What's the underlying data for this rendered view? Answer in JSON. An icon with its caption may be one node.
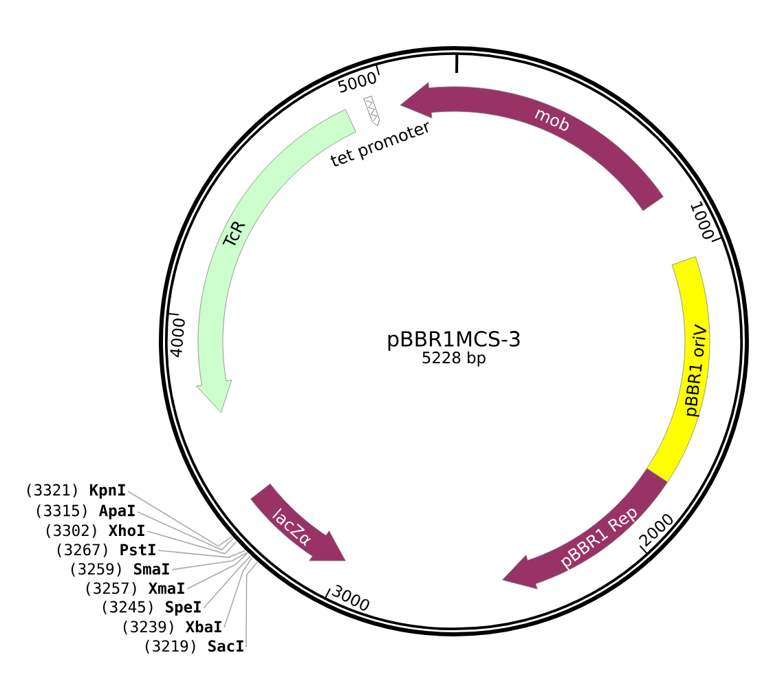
{
  "diagram": {
    "title": "pBBR1MCS-3",
    "nodes": [
      {
        "text": [
          "mob"
        ]
      },
      {
        "text": [
          "pBBR1 oriV"
        ]
      },
      {
        "text": [
          "pBBR1 Rep"
        ]
      },
      {
        "text": [
          "lacZα"
        ]
      },
      {
        "text": [
          "TcR"
        ]
      },
      {
        "text": [
          "tet promoter"
        ]
      },
      {
        "text": [
          "(3321) **KpnI**"
        ]
      },
      {
        "text": [
          "(3315) **ApaI**"
        ]
      },
      {
        "text": [
          "(3302) **XhoI**"
        ]
      },
      {
        "text": [
          "(3267) **PstI**"
        ]
      },
      {
        "text": [
          "(3259) **SmaI**"
        ]
      },
      {
        "text": [
          "(3257) **XmaI**"
        ]
      },
      {
        "text": [
          "(3245) **SpeI**"
        ]
      },
      {
        "text": [
          "(3239) **XbaI**"
        ]
      },
      {
        "text": [
          "(3219) **SacI**"
        ]
      }
    ],
    "edges": [
      {
        "from": 6,
        "to": null,
        "arrow": "none"
      },
      {
        "from": 7,
        "to": null,
        "arrow": "none"
      },
      {
        "from": 8,
        "to": null,
        "arrow": "none"
      },
      {
        "from": 9,
        "to": null,
        "arrow": "none"
      },
      {
        "from": 10,
        "to": null,
        "arrow": "none"
      },
      {
        "from": 11,
        "to": null,
        "arrow": "none"
      },
      {
        "from": 12,
        "to": null,
        "arrow": "none"
      },
      {
        "from": 13,
        "to": null,
        "arrow": "none"
      },
      {
        "from": 14,
        "to": null,
        "arrow": "none"
      }
    ],
    "labels": [
      "5000",
      "1000",
      "4000",
      "5228 bp",
      "2000",
      "3000"
    ]
  }
}
